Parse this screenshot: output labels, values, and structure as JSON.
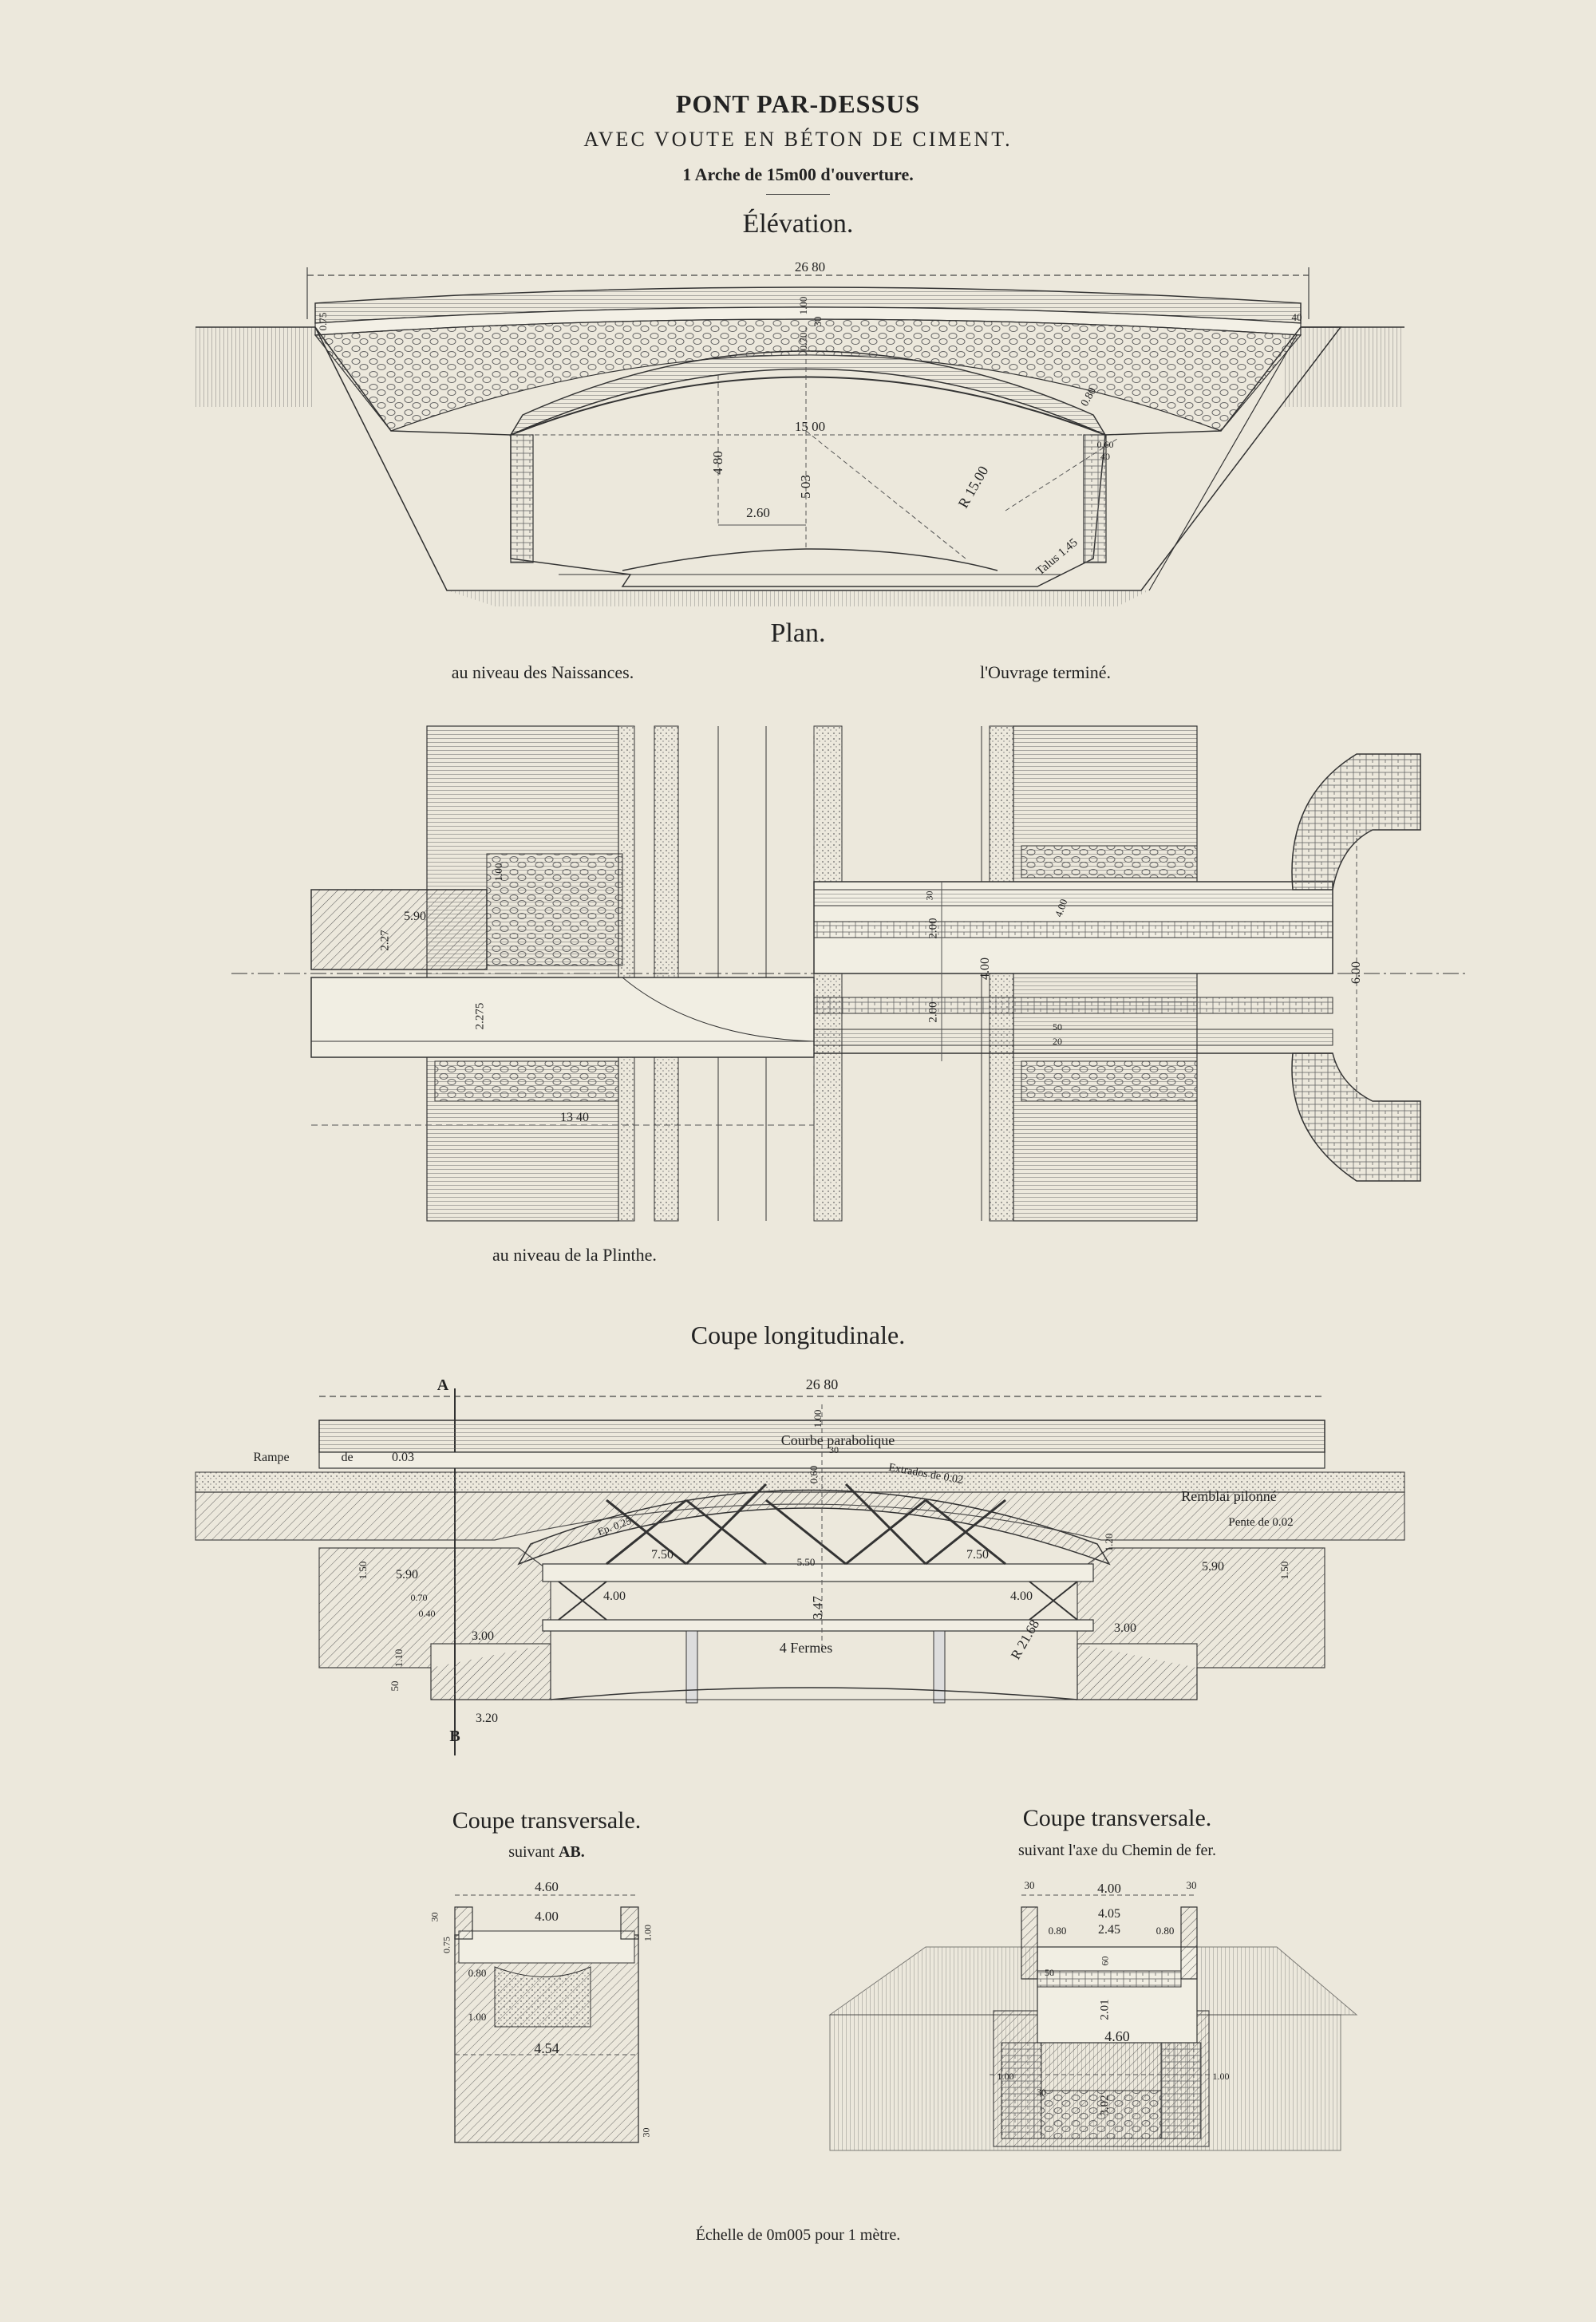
{
  "header": {
    "title": "PONT PAR-DESSUS",
    "subtitle": "AVEC VOUTE EN BÉTON DE CIMENT.",
    "arch": "1 Arche de 15m00 d'ouverture."
  },
  "elevation": {
    "title": "Élévation.",
    "dims": {
      "total_length": "26 80",
      "span": "15 00",
      "rise": "4 80",
      "height": "5 03",
      "center": "2.60",
      "radius": "R 15.00",
      "thickness": "0.80",
      "crown_fill": "1.00",
      "crown": "0.70",
      "parapet": "30",
      "end_a": "0.75",
      "end_b": "40",
      "side_a": "0.60",
      "side_b": "40",
      "slope": "Talus 1.45"
    }
  },
  "plan": {
    "title": "Plan.",
    "left_caption": "au niveau des Naissances.",
    "right_caption": "l'Ouvrage terminé.",
    "bottom_caption": "au niveau de la Plinthe.",
    "dims": {
      "abutment": "5.90",
      "a": "2.27",
      "b": "2.275",
      "length": "13 40",
      "top": "1.00",
      "w1": "2.00",
      "w2": "2.00",
      "road": "4.00",
      "road_side": "4.00",
      "r1": "30",
      "r2": "50",
      "r3": "20",
      "total_w": "6.00"
    }
  },
  "coupe_long": {
    "title": "Coupe longitudinale.",
    "marker_a": "A",
    "marker_b": "B",
    "labels": {
      "total_length": "26 80",
      "rampe": "Rampe",
      "de": "de",
      "grade": "0.03",
      "curve": "Courbe parabolique",
      "remblai": "Remblai pilonné",
      "pente": "Pente de 0.02",
      "extrados": "Extrados de 0.02",
      "fermes": "4 Fermes",
      "radius": "R 21.68",
      "ep": "Ep. 0.25",
      "height": "3.47",
      "crown1": "1.00",
      "crown2": "0.60",
      "crown3": "30",
      "dim_550": "5.50",
      "dim_590_l": "5.90",
      "dim_590_r": "5.90",
      "dim_750_l": "7.50",
      "dim_750_r": "7.50",
      "dim_400_l": "4.00",
      "dim_400_r": "4.00",
      "dim_300_l": "3.00",
      "dim_300_r": "3.00",
      "dim_320": "3.20",
      "dim_150_l": "1.50",
      "dim_150_r": "1.50",
      "dim_120": "1.20",
      "dim_070": "0.70",
      "dim_110": "1.10",
      "dim_050": "50",
      "dim_040": "0.40"
    }
  },
  "coupe_ab": {
    "title": "Coupe transversale.",
    "subtitle_prefix": "suivant",
    "subtitle_bold": "AB.",
    "dims": {
      "top": "4.60",
      "inner": "4.00",
      "d1": "0.80",
      "d2": "1.00",
      "base": "4.54",
      "p1": "30",
      "p2": "0.75",
      "p3": "1.00",
      "p4": "30"
    }
  },
  "coupe_axe": {
    "title": "Coupe transversale.",
    "subtitle": "suivant l'axe du Chemin de fer.",
    "dims": {
      "p1": "30",
      "p2": "30",
      "top": "4.00",
      "w1": "4.05",
      "w2": "2.45",
      "l1": "0.80",
      "l2": "0.80",
      "h1": "2.01",
      "inner": "4.60",
      "h2": "3.02",
      "c1": "50",
      "c2": "1.00",
      "c3": "1.00",
      "c4": "30",
      "c5": "60"
    }
  },
  "footer": {
    "scale": "Échelle de 0m005 pour 1 mètre."
  }
}
